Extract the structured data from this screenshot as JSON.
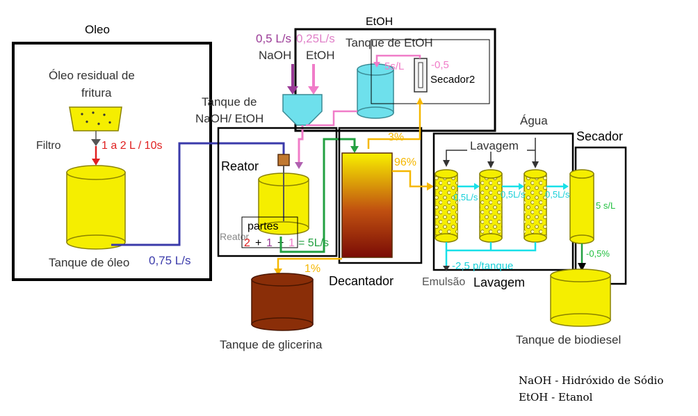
{
  "labels": {
    "oleo_section": "Oleo",
    "oleo_residual_line1": "Óleo residual de",
    "oleo_residual_line2": "fritura",
    "filtro": "Filtro",
    "flow_oil_filter": "1 a 2 L / 10s",
    "tanque_oleo": "Tanque de óleo",
    "flow_oil_tank": "0,75 L/s",
    "etoh_section": "EtOH",
    "naoh_flow": "0,5 L/s",
    "etoh_flow": "0,25L/s",
    "naoh": "NaOH",
    "etoh": "EtOH",
    "tanque_naoh_line1": "Tanque de",
    "tanque_naoh_line2": "NaOH/ EtOH",
    "tanque_etoh": "Tanque de EtOH",
    "secador2_rate": "5s/L",
    "secador2_loss": "-0,5",
    "secador2": "Secador2",
    "reator_box": "Reator",
    "reator_faded": "Reator",
    "partes": "partes",
    "ratio_2": "2",
    "ratio_plus1": "+",
    "ratio_1a": "1",
    "ratio_plus2": "+",
    "ratio_1b": "1",
    "ratio_total": "= 5L/s",
    "pct_3": "3%",
    "pct_96": "96%",
    "pct_1": "1%",
    "decantador": "Decantador",
    "tanque_glicerina": "Tanque de glicerina",
    "agua": "Água",
    "lavagem_top": "Lavagem",
    "wash_flow_1": "0,5L/s",
    "wash_flow_2": "0,5L/s",
    "wash_flow_3": "0,5L/s",
    "wash_drain": "-2,5 p/tanque",
    "emulsao": "Emulsão",
    "lavagem_bottom": "Lavagem",
    "secador": "Secador",
    "secador_rate": "5 s/L",
    "secador_loss": "-0,5%",
    "tanque_biodiesel": "Tanque de biodiesel",
    "legend_naoh": "NaOH - Hidróxido de Sódio",
    "legend_etoh": "EtOH - Etanol"
  },
  "colors": {
    "oil_yellow": "#f5ee00",
    "red_flow": "#e02020",
    "blue_flow": "#3a3aaa",
    "naoh_purple": "#9a3a96",
    "etoh_pink": "#f07cc8",
    "green_flow": "#22a040",
    "orange_flow": "#f5b700",
    "cyan_flow": "#18e0e8",
    "glycerin_brown": "#8a2e08",
    "tank_cyan": "#6ee0ec"
  }
}
